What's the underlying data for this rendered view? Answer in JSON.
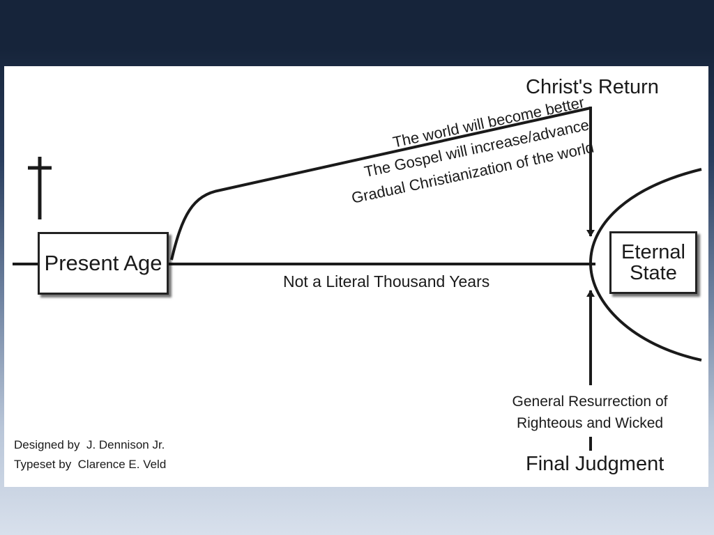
{
  "diagram": {
    "christs_return": "Christ's Return",
    "slanted_lines": [
      "The world will become better",
      "The Gospel will increase/advance",
      "Gradual Christianization of the world"
    ],
    "present_age": "Present Age",
    "eternal_state": [
      "Eternal",
      "State"
    ],
    "thousand_years": "Not a Literal Thousand Years",
    "resurrection": [
      "General Resurrection of",
      "Righteous and Wicked"
    ],
    "final_judgment": "Final Judgment",
    "credits": [
      "Designed by  J. Dennison Jr.",
      "Typeset by  Clarence E. Veld"
    ]
  }
}
